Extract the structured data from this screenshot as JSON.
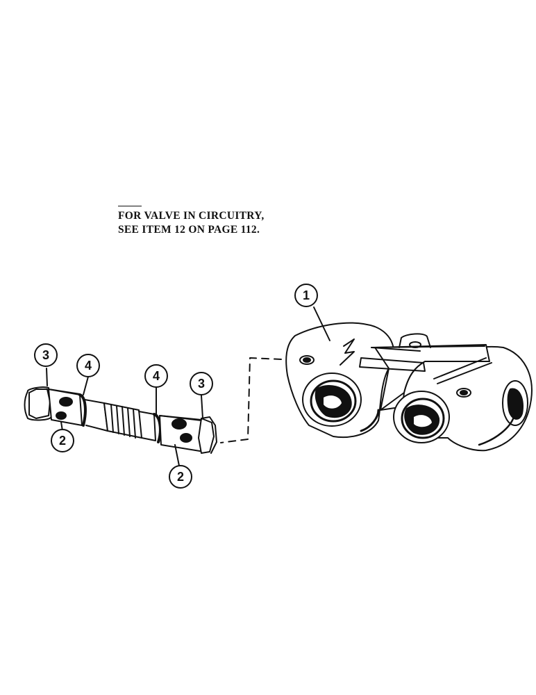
{
  "note": {
    "line1": "FOR VALVE IN CIRCUITRY,",
    "line2": "SEE ITEM 12 ON PAGE 112."
  },
  "callouts": {
    "body": "1",
    "left_port": "3",
    "left_port_hole": "2",
    "left_oring": "4",
    "right_oring": "4",
    "right_port": "3",
    "right_port_hole": "2"
  }
}
